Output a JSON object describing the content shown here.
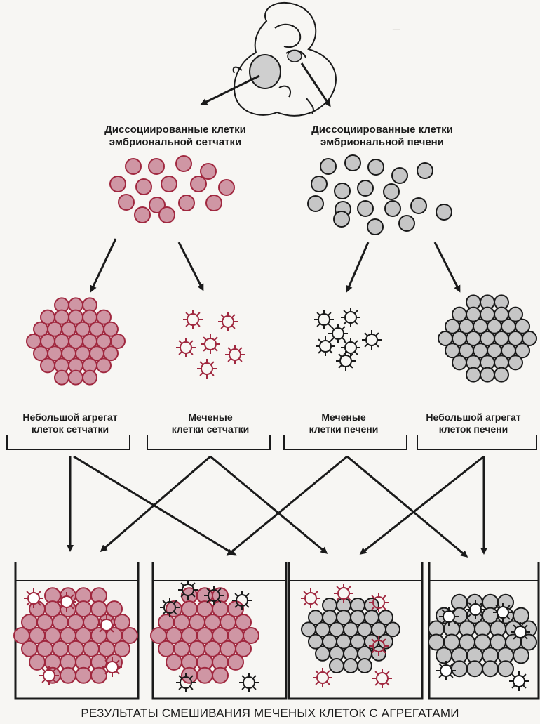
{
  "labels": {
    "dissociated_retina": [
      "Диссоциированные клетки",
      "эмбриональной сетчатки"
    ],
    "dissociated_liver": [
      "Диссоциированные клетки",
      "эмбриональной печени"
    ],
    "small_aggregate_retina": [
      "Небольшой агрегат",
      "клеток сетчатки"
    ],
    "labeled_retina": [
      "Меченые",
      "клетки сетчатки"
    ],
    "labeled_liver": [
      "Меченые",
      "клетки печени"
    ],
    "small_aggregate_liver": [
      "Небольшой агрегат",
      "клеток печени"
    ],
    "results": "РЕЗУЛЬТАТЫ СМЕШИВАНИЯ МЕЧЕНЫХ КЛЕТОК С АГРЕГАТАМИ"
  },
  "colors": {
    "retina_cell_fill": "#cf96a4",
    "retina_outline": "#a0283f",
    "liver_cell_fill": "#c6c6c6",
    "liver_outline": "#1a1a1a",
    "ink": "#1a1a1a",
    "background": "#f7f6f3"
  },
  "icons": {
    "embryo": "chick-embryo-outline",
    "labeled_cell": "spiky-cell-icon",
    "cell": "round-cell-icon",
    "beaker": "beaker-icon"
  }
}
